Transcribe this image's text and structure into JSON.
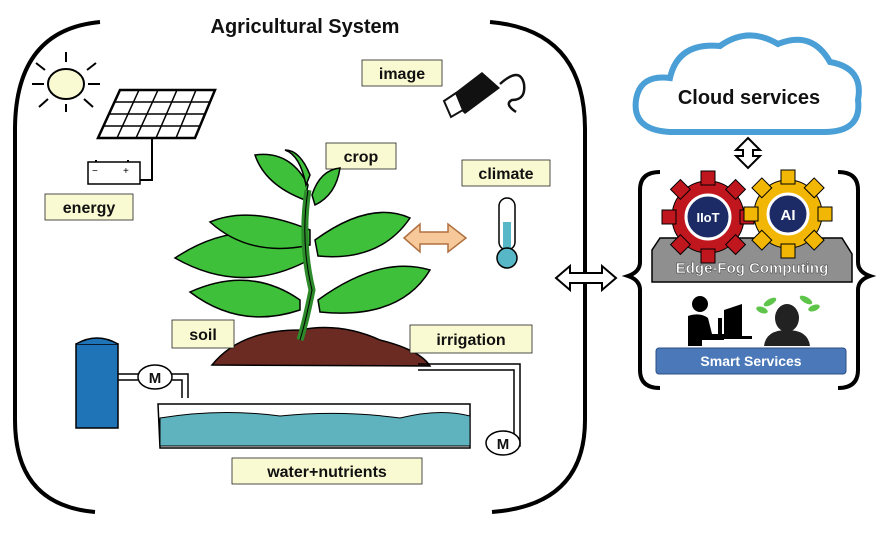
{
  "system": {
    "title": "Agricultural System",
    "labels": {
      "image": "image",
      "crop": "crop",
      "climate": "climate",
      "energy": "energy",
      "soil": "soil",
      "irrigation": "irrigation",
      "water": "water+nutrients"
    },
    "motor_symbol": "M"
  },
  "edge": {
    "cloud_label": "Cloud services",
    "gears": [
      {
        "label": "IIoT",
        "color": "#c0161e"
      },
      {
        "label": "AI",
        "color": "#f2b705"
      }
    ],
    "computing_label": "Edge-Fog Computing",
    "smart_services_label": "Smart Services"
  },
  "colors": {
    "label_bg": "#fafad2",
    "leaf": "#3fc03a",
    "soil": "#6b2a22",
    "water": "#5fb3bf",
    "tank": "#1f73b7",
    "cloud_border": "#4a9fd6",
    "smart_bar": "#4a78b8",
    "computing_bar": "#8f8f8f"
  },
  "icons": [
    "sun-icon",
    "solar-panel-icon",
    "battery-icon",
    "usb-camera-icon",
    "thermometer-icon",
    "double-arrow-icon",
    "gear-icon",
    "person-computer-icon",
    "person-plant-icon",
    "cloud-icon"
  ]
}
